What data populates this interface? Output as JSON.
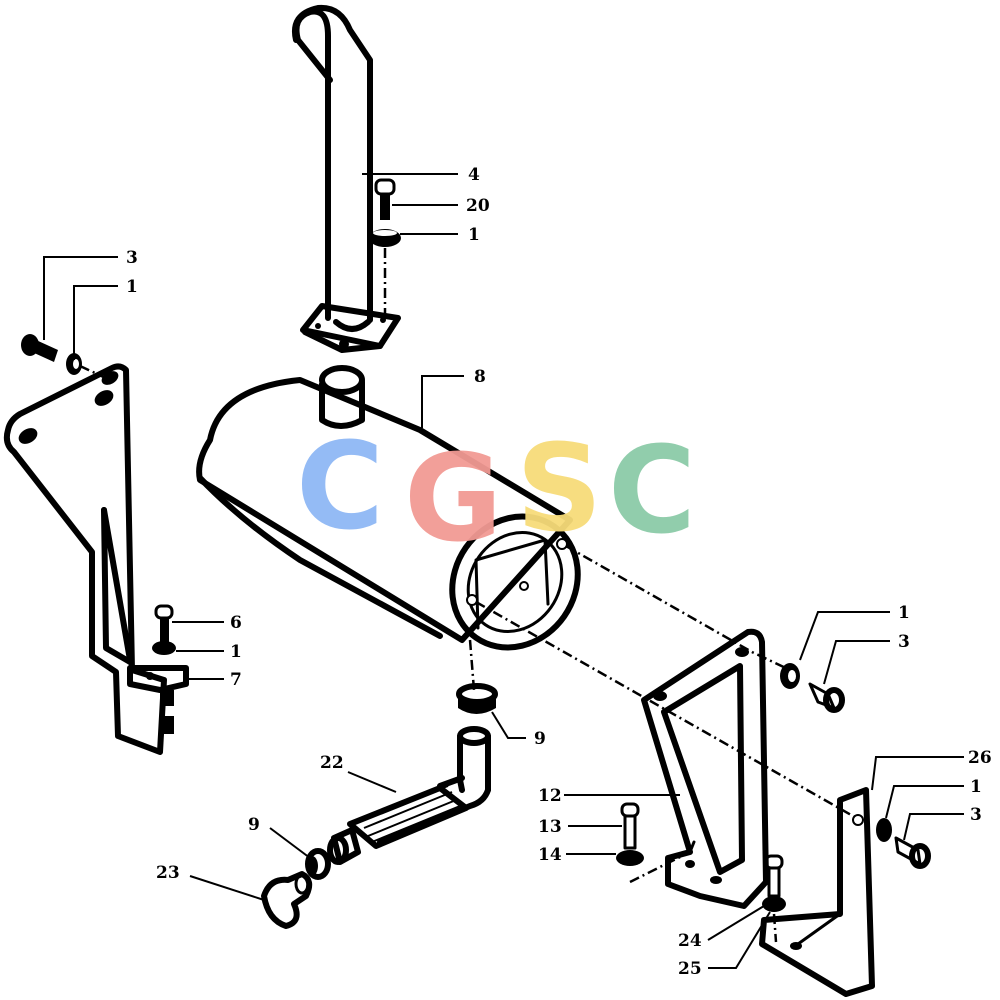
{
  "watermark": {
    "letters": [
      "C",
      "G",
      "S",
      "C"
    ],
    "colors": [
      "#8fb8f5",
      "#f29a94",
      "#f7dc7a",
      "#8ccba8"
    ]
  },
  "labels": {
    "tailpipe": "4",
    "tailpipe_bolt": "20",
    "tailpipe_washer": "1",
    "left_bolt": "3",
    "left_washer": "1",
    "left_lower_bolt": "6",
    "left_lower_washer": "1",
    "left_clamp": "7",
    "muffler": "8",
    "clamp_upper": "9",
    "flex_hose": "22",
    "clamp_lower": "9",
    "elbow": "23",
    "right_washer_upper": "1",
    "right_bolt_upper": "3",
    "right_support": "12",
    "bolt_13": "13",
    "washer_14": "14",
    "bracket_26": "26",
    "right_washer_lower": "1",
    "right_bolt_lower": "3",
    "bolt_24": "24",
    "washer_25": "25"
  }
}
